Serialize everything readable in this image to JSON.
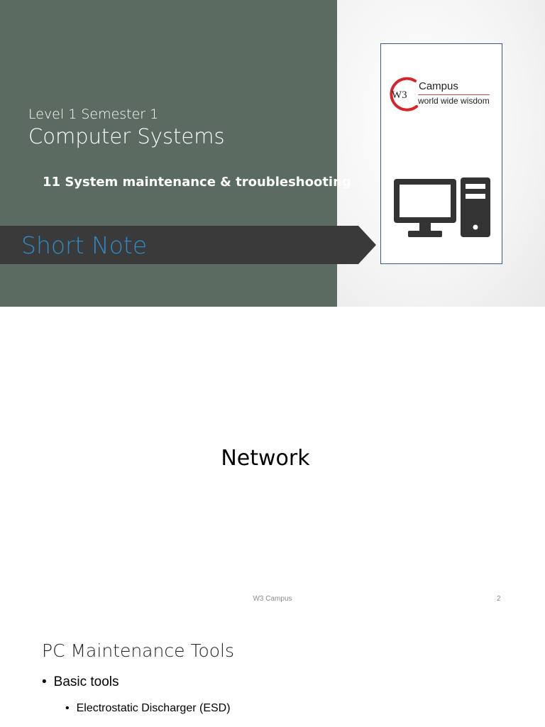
{
  "slide1": {
    "level": "Level 1 Semester 1",
    "title": "Computer Systems",
    "subtitle": "11 System maintenance & troubleshooting",
    "ribbon": "Short Note",
    "logo": {
      "mark": "W3",
      "name": "Campus",
      "tagline": "world wide wisdom"
    },
    "colors": {
      "panel": "#5b6b62",
      "ribbon": "#3a3a3a",
      "ribbon_text": "#2e8bc8",
      "logo_red": "#d8232a"
    },
    "icon": "desktop-computer-icon"
  },
  "slide2": {
    "heading": "Network",
    "footer": "W3 Campus",
    "page_number": "2"
  },
  "slide3": {
    "title": "PC Maintenance Tools",
    "bullets": [
      {
        "text": "Basic tools",
        "sub": [
          "Electrostatic Discharger (ESD)"
        ]
      }
    ]
  }
}
